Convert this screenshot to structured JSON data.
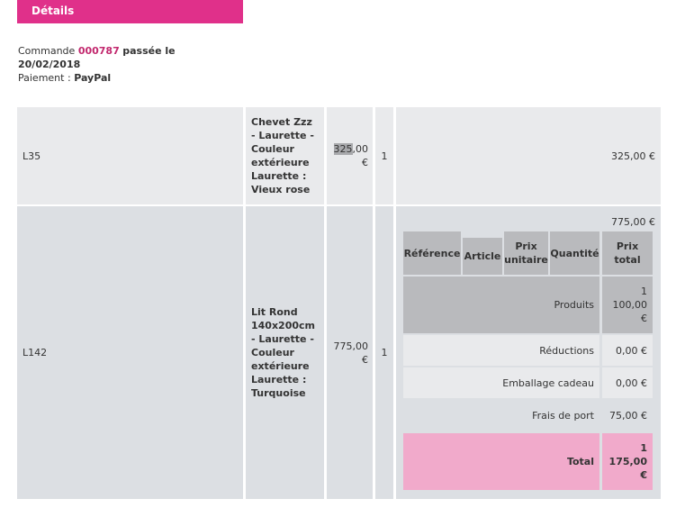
{
  "header": {
    "title": "Détails"
  },
  "order": {
    "prefix": "Commande",
    "number": "000787",
    "placed_word": "passée le",
    "date": "20/02/2018",
    "payment_label": "Paiement :",
    "payment_method": "PayPal"
  },
  "rows": [
    {
      "reference": "L35",
      "article": "Chevet Zzz - Laurette - Couleur extérieure Laurette : Vieux rose",
      "unit_price_highlight": "325",
      "unit_price_rest": ",00 €",
      "quantity": "1",
      "total": "325,00 €"
    },
    {
      "reference": "L142",
      "article": "Lit Rond 140x200cm - Laurette - Couleur extérieure Laurette : Turquoise",
      "unit_price": "775,00 €",
      "quantity": "1",
      "total": "775,00 €"
    }
  ],
  "inner_headers": [
    "Référence",
    "Article",
    "Prix unitaire",
    "Quantité",
    "Prix total"
  ],
  "totals": {
    "products_label": "Produits",
    "products_value": "1 100,00 €",
    "discounts_label": "Réductions",
    "discounts_value": "0,00 €",
    "giftwrap_label": "Emballage cadeau",
    "giftwrap_value": "0,00 €",
    "shipping_label": "Frais de port",
    "shipping_value": "75,00 €",
    "total_label": "Total",
    "total_value": "1 175,00 €"
  },
  "colors": {
    "accent": "#e0308a",
    "order_number": "#c2286e",
    "total_row": "#f1aacb",
    "row_light": "#e9eaec",
    "row_dark": "#dcdfe3",
    "header_cell": "#b9babd"
  }
}
